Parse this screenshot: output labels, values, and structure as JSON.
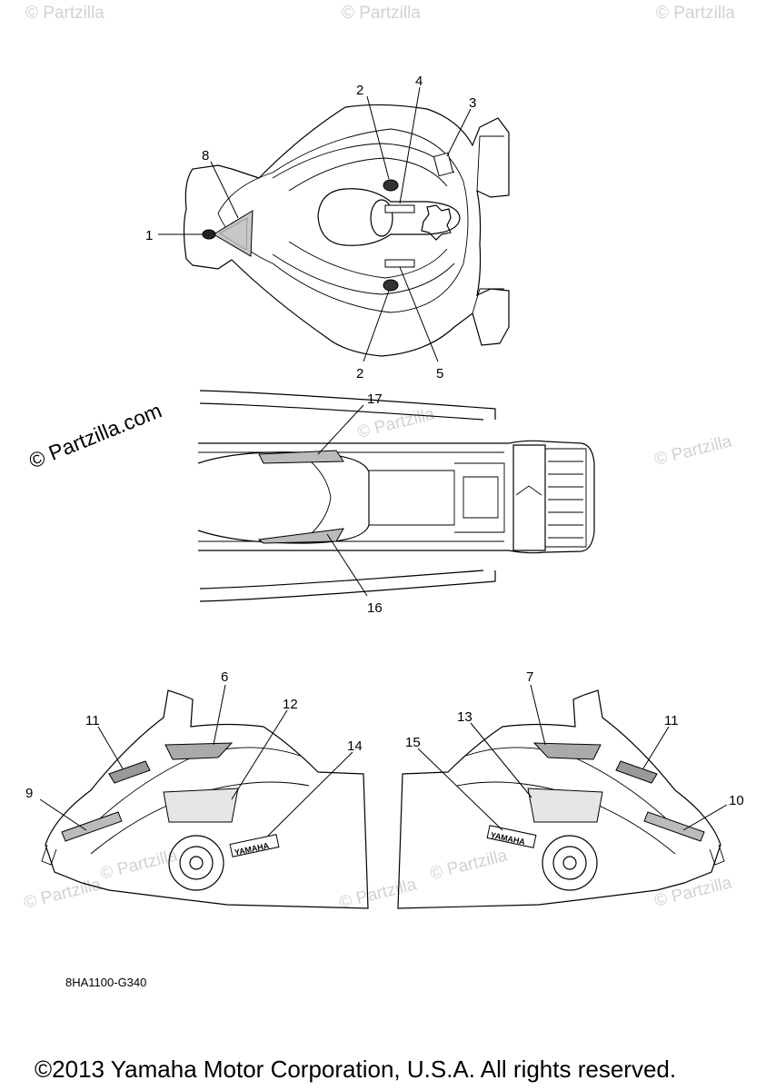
{
  "watermarks": {
    "small": "© Partzilla",
    "large": "© Partzilla.com"
  },
  "callouts": {
    "c1": "1",
    "c2a": "2",
    "c2b": "2",
    "c3": "3",
    "c4": "4",
    "c5": "5",
    "c6": "6",
    "c7": "7",
    "c8": "8",
    "c9": "9",
    "c10": "10",
    "c11a": "11",
    "c11b": "11",
    "c12": "12",
    "c13": "13",
    "c14": "14",
    "c15": "15",
    "c16": "16",
    "c17": "17"
  },
  "decal_text": {
    "yamaha_left": "YAMAHA",
    "yamaha_right": "YAMAHA"
  },
  "diagram_code": "8HA1100-G340",
  "copyright": "©2013 Yamaha Motor Corporation, U.S.A. All rights reserved."
}
